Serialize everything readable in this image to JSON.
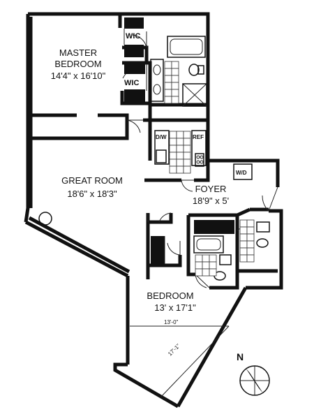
{
  "rooms": {
    "master_bedroom": {
      "name_line1": "MASTER",
      "name_line2": "BEDROOM",
      "size": "14'4\" x 16'10\""
    },
    "great_room": {
      "name": "GREAT ROOM",
      "size": "18'6\" x 18'3\""
    },
    "foyer": {
      "name": "FOYER",
      "size": "18'9\" x 5'"
    },
    "bedroom": {
      "name": "BEDROOM",
      "size": "13' x 17'1\""
    }
  },
  "closets": {
    "wic_upper": "WIC",
    "wic_lower": "WIC"
  },
  "appliances": {
    "dishwasher": "D/W",
    "refrigerator": "REF",
    "washer_dryer": "W/D"
  },
  "dimensions": {
    "bedroom_width": "13'-0\"",
    "bedroom_depth": "17'-1\""
  },
  "compass": {
    "label": "N"
  }
}
